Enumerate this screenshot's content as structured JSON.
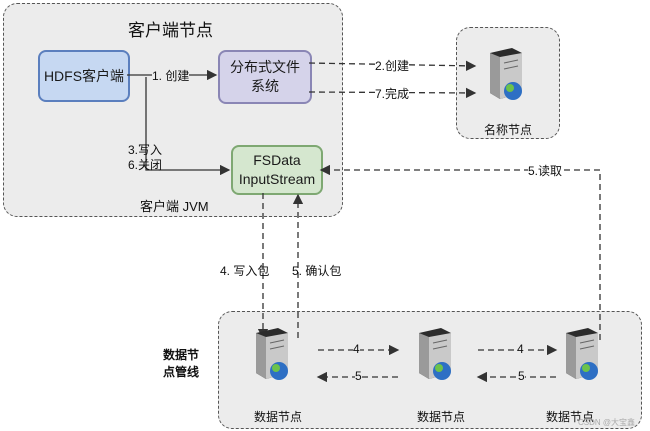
{
  "client": {
    "title": "客户端节点",
    "jvm_label": "客户端 JVM",
    "hdfs_client": "HDFS客户端",
    "dfs": "分布式文件\n系统",
    "fsdata": "FSData\nInputStream"
  },
  "namenode": {
    "label": "名称节点"
  },
  "pipeline": {
    "title": "数据节\n点管线",
    "node_labels": [
      "数据节点",
      "数据节点",
      "数据节点"
    ]
  },
  "edges": {
    "e1": "1. 创建",
    "e2": "2.创建",
    "e7": "7.完成",
    "e3": "3.写入",
    "e6": "6.关闭",
    "e5read": "5.读取",
    "e4write": "4. 写入包",
    "e5ack": "5. 确认包",
    "p4a": "4",
    "p5a": "5",
    "p4b": "4",
    "p5b": "5"
  },
  "watermark": "CSDN @大宝鑫",
  "colors": {
    "blue_box": "#c6d8f2",
    "blue_border": "#5b7fbe",
    "purple_box": "#d5d3ea",
    "purple_border": "#8a86b5",
    "green_box": "#d5e7cf",
    "green_border": "#7ea872"
  }
}
